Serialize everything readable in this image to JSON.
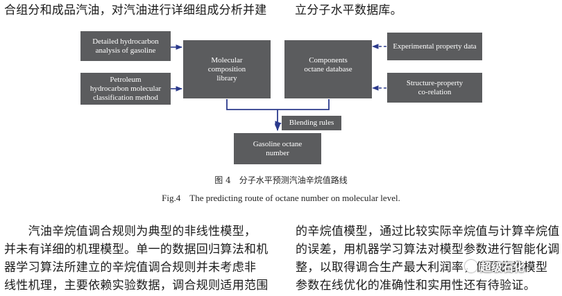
{
  "top_text": {
    "left": "合组分和成品汽油，对汽油进行详细组成分析并建",
    "right": "立分子水平数据库。"
  },
  "diagram": {
    "box_detailed": [
      "Detailed hydrocarbon",
      "analysis of gasoline"
    ],
    "box_petroleum": [
      "Petroleum",
      "hydrocarbon molecular",
      "classification method"
    ],
    "box_molecular": [
      "Molecular",
      "composition",
      "library"
    ],
    "box_components": [
      "Components",
      "octane database"
    ],
    "box_experimental": [
      "Experimental property data"
    ],
    "box_structure": [
      "Structure-property",
      "co-relation"
    ],
    "box_blending": [
      "Blending rules"
    ],
    "box_gasoline": [
      "Gasoline octane",
      "number"
    ],
    "colors": {
      "box_fill": "#5b5c5e",
      "arrow": "#2b3a8c"
    }
  },
  "caption": {
    "cn": "图 4　分子水平预测汽油辛烷值路线",
    "en": "Fig.4　The predicting route of octane number on molecular level."
  },
  "body": {
    "left_lines": [
      "　　汽油辛烷值调合规则为典型的非线性模型，",
      "并未有详细的机理模型。单一的数据回归算法和机",
      "器学习算法所建立的辛烷值调合规则并未考虑非",
      "线性机理，主要依赖实验数据，调合规则适用范围"
    ],
    "right_lines": [
      "的辛烷值模型，通过比较实际辛烷值与计算辛烷值",
      "的误差，用机器学习算法对模型参数进行智能化调",
      "整，以取得调合生产最大利润率，但是此类模型",
      "参数在线优化的准确性和实用性还有待验证。"
    ]
  },
  "watermark": {
    "text": "超级石化",
    "icon": "wechat-logo-icon"
  }
}
